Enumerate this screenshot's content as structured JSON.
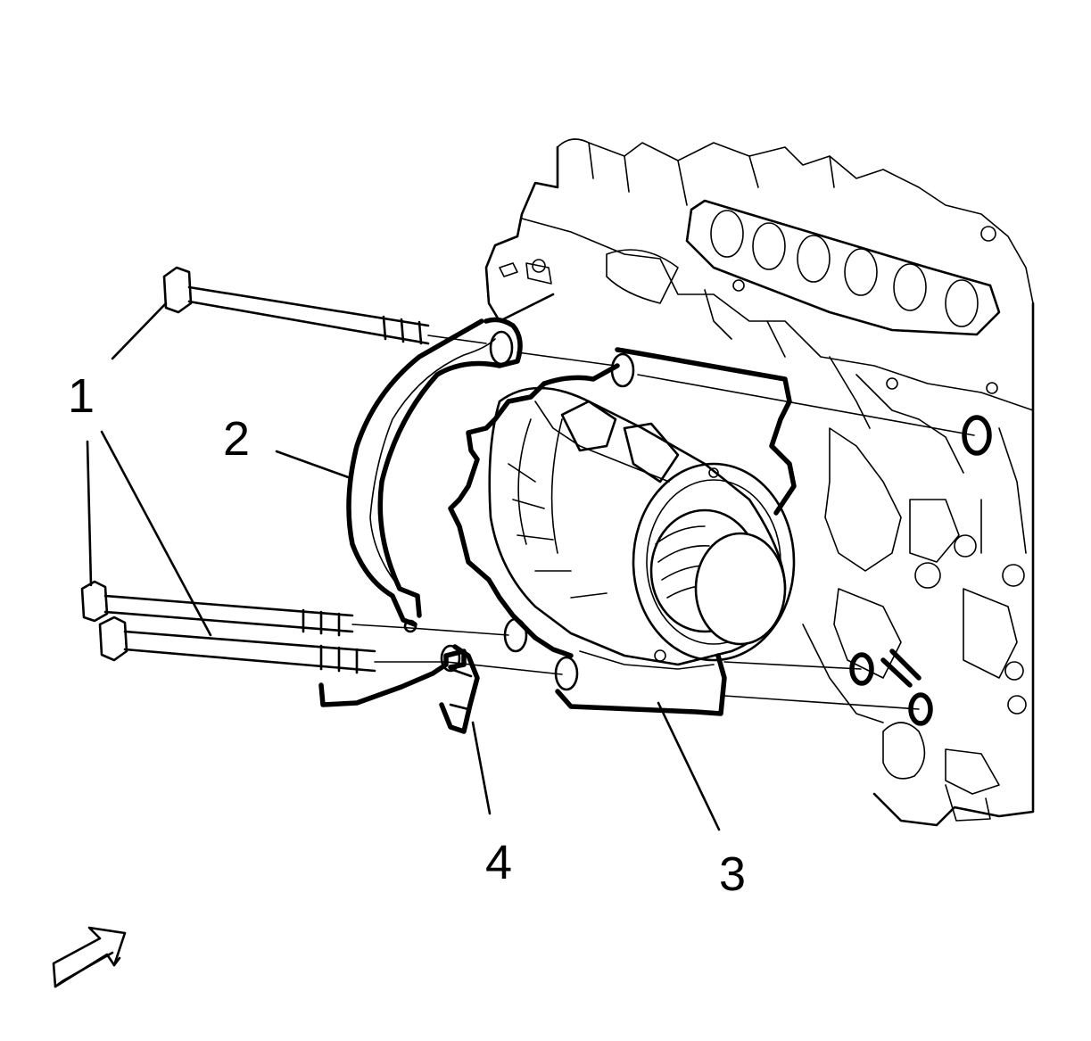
{
  "diagram": {
    "callouts": [
      {
        "id": "1",
        "label": "1"
      },
      {
        "id": "2",
        "label": "2"
      },
      {
        "id": "3",
        "label": "3"
      },
      {
        "id": "4",
        "label": "4"
      }
    ],
    "parts": [
      "bolts",
      "gasket",
      "generator",
      "bracket",
      "engine-block",
      "view-arrow"
    ],
    "colors": {
      "line": "#000000",
      "background": "#ffffff"
    }
  }
}
